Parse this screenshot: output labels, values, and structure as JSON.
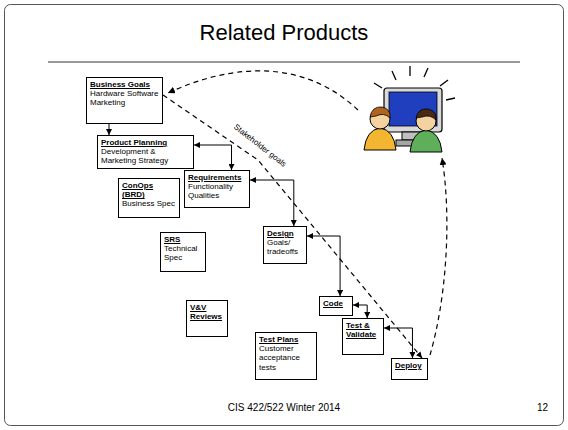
{
  "diagram": {
    "title": "Related Products",
    "nodes": [
      {
        "text": [
          "Business Goals",
          "Hardware Software Marketing"
        ]
      },
      {
        "text": [
          "Product Planning",
          "Development & Marketing Strategy"
        ]
      },
      {
        "text": [
          "Requirements",
          "Functionality Qualities"
        ]
      },
      {
        "text": [
          "ConOps (BRD)",
          "Business Spec"
        ]
      },
      {
        "text": [
          "Design",
          "Goals/ tradeoffs"
        ]
      },
      {
        "text": [
          "SRS",
          "Technical Spec"
        ]
      },
      {
        "text": [
          "Code"
        ]
      },
      {
        "text": [
          "V&V Reviews"
        ]
      },
      {
        "text": [
          "Test Plans",
          "Customer acceptance tests"
        ]
      },
      {
        "text": [
          "Test & Validate"
        ]
      },
      {
        "text": [
          "Deploy"
        ]
      }
    ],
    "edges": [
      {
        "from": 0,
        "to": 1,
        "arrow": "to"
      },
      {
        "from": 1,
        "to": 2,
        "arrow": "both"
      },
      {
        "from": 2,
        "to": 4,
        "arrow": "both"
      },
      {
        "from": 4,
        "to": 6,
        "arrow": "both"
      },
      {
        "from": 6,
        "to": 9,
        "arrow": "both"
      },
      {
        "from": 9,
        "to": 10,
        "arrow": "both"
      },
      {
        "from": 0,
        "to": 10,
        "label": "Stakeholder goals",
        "arrow": "to"
      }
    ],
    "labels": [
      "CIS 422/522 Winter 2014",
      "12"
    ]
  }
}
